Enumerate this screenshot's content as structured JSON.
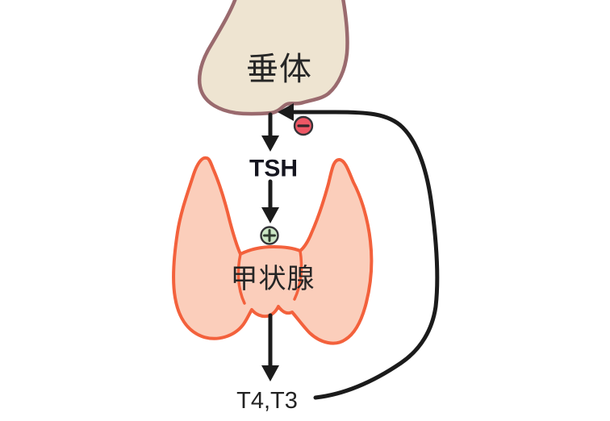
{
  "diagram": {
    "background_color": "#FFFFFF",
    "pituitary": {
      "label": "垂体",
      "fill_color": "#EEE4D1",
      "outline_color": "#9A6A6E"
    },
    "tsh": {
      "label": "TSH"
    },
    "thyroid": {
      "label": "甲状腺",
      "fill_color": "#FBCEBB",
      "outline_color": "#F3613C"
    },
    "hormones": {
      "label": "T4,T3"
    },
    "negative_feedback_icon": {
      "sign": "−",
      "fill_color": "#EE5765",
      "ring_color": "#343438",
      "sign_color": "#33262A"
    },
    "positive_stimulus_icon": {
      "sign": "+",
      "fill_color": "#CBE6C4",
      "ring_color": "#343438",
      "sign_color": "#2F3A2F"
    },
    "arrow_color": "#1B1B1B"
  }
}
